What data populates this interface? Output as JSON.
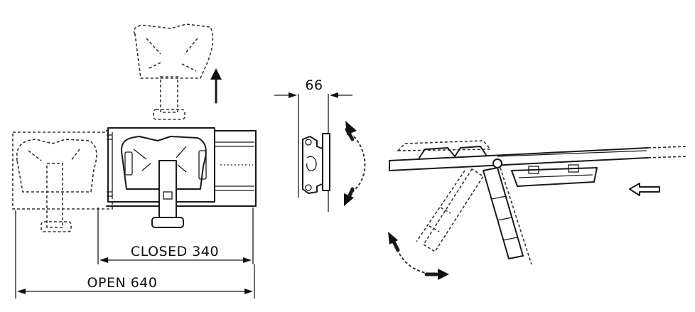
{
  "labels": {
    "closed": "CLOSED 340",
    "open": "OPEN 640",
    "width": "66"
  },
  "colors": {
    "line": "#1a1a1a",
    "background": "#ffffff"
  }
}
